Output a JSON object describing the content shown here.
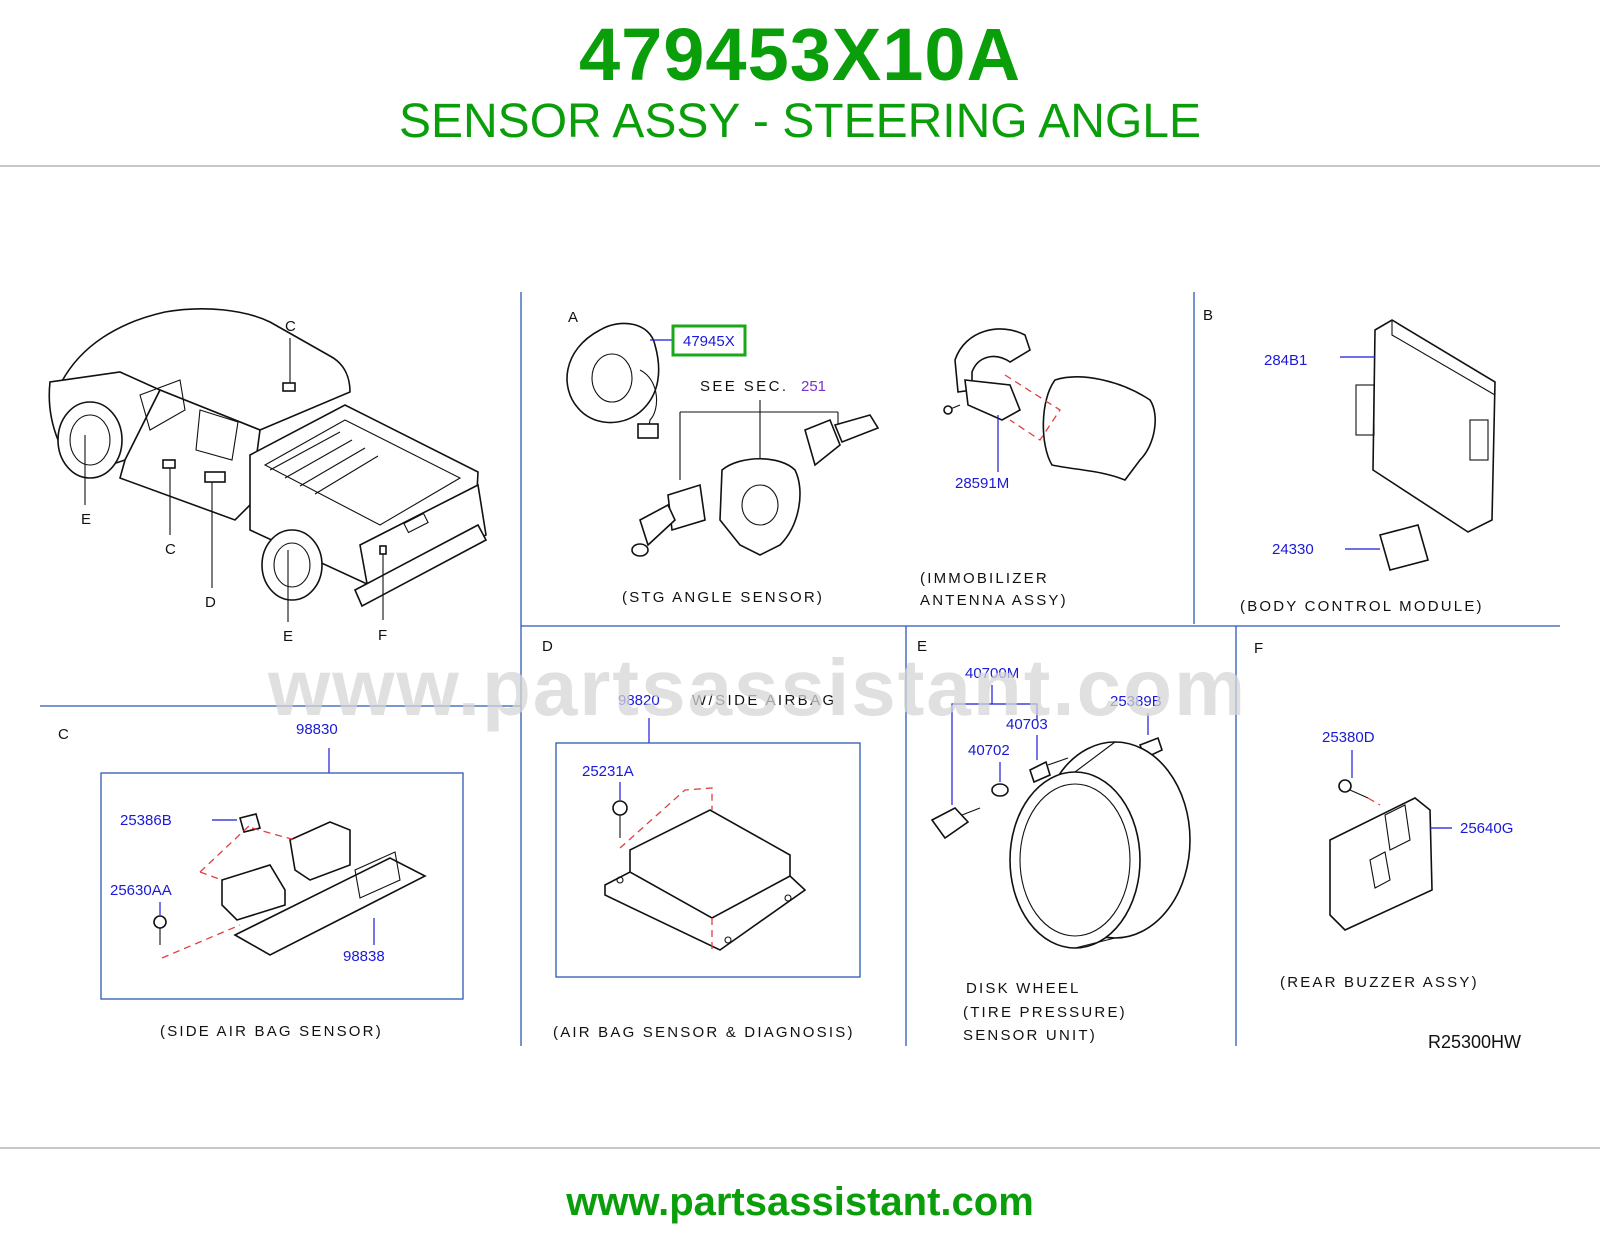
{
  "header": {
    "part_number": "479453X10A",
    "part_name": "SENSOR ASSY - STEERING ANGLE"
  },
  "footer": {
    "url": "www.partsassistant.com"
  },
  "watermark": {
    "text": "www.partsassistant.com"
  },
  "colors": {
    "brand_green": "#0b9e0b",
    "part_number_blue": "#1a1ad6",
    "section_purple": "#7d2fc9",
    "divider_blue": "#2b5bb5",
    "highlight_green": "#1aa81a",
    "dashed_red": "#e04040"
  },
  "diagram": {
    "code": "R25300HW",
    "vehicle": {
      "location_labels": [
        "C",
        "C",
        "D",
        "E",
        "E",
        "F"
      ]
    },
    "panels": {
      "A": {
        "letter": "A",
        "caption": "(STG ANGLE SENSOR)",
        "highlighted_part": "47945X",
        "see_sec_label": "SEE SEC.",
        "see_sec_number": "251"
      },
      "immobilizer": {
        "caption_line1": "(IMMOBILIZER",
        "caption_line2": "ANTENNA ASSY)",
        "part": "28591M"
      },
      "B": {
        "letter": "B",
        "caption": "(BODY CONTROL MODULE)",
        "parts": [
          "284B1",
          "24330"
        ]
      },
      "C": {
        "letter": "C",
        "caption": "(SIDE AIR BAG SENSOR)",
        "parts": [
          "98830",
          "25386B",
          "25630AA",
          "98838"
        ]
      },
      "D": {
        "letter": "D",
        "caption": "(AIR BAG SENSOR & DIAGNOSIS)",
        "label": "W/SIDE AIRBAG",
        "parts": [
          "98820",
          "25231A"
        ]
      },
      "E": {
        "letter": "E",
        "caption_line1": "DISK WHEEL",
        "caption_line2": "(TIRE PRESSURE)",
        "caption_line3": "SENSOR UNIT)",
        "parts": [
          "40700M",
          "40703",
          "40702",
          "25389B"
        ]
      },
      "F": {
        "letter": "F",
        "caption": "(REAR BUZZER ASSY)",
        "parts": [
          "25380D",
          "25640G"
        ]
      }
    }
  }
}
